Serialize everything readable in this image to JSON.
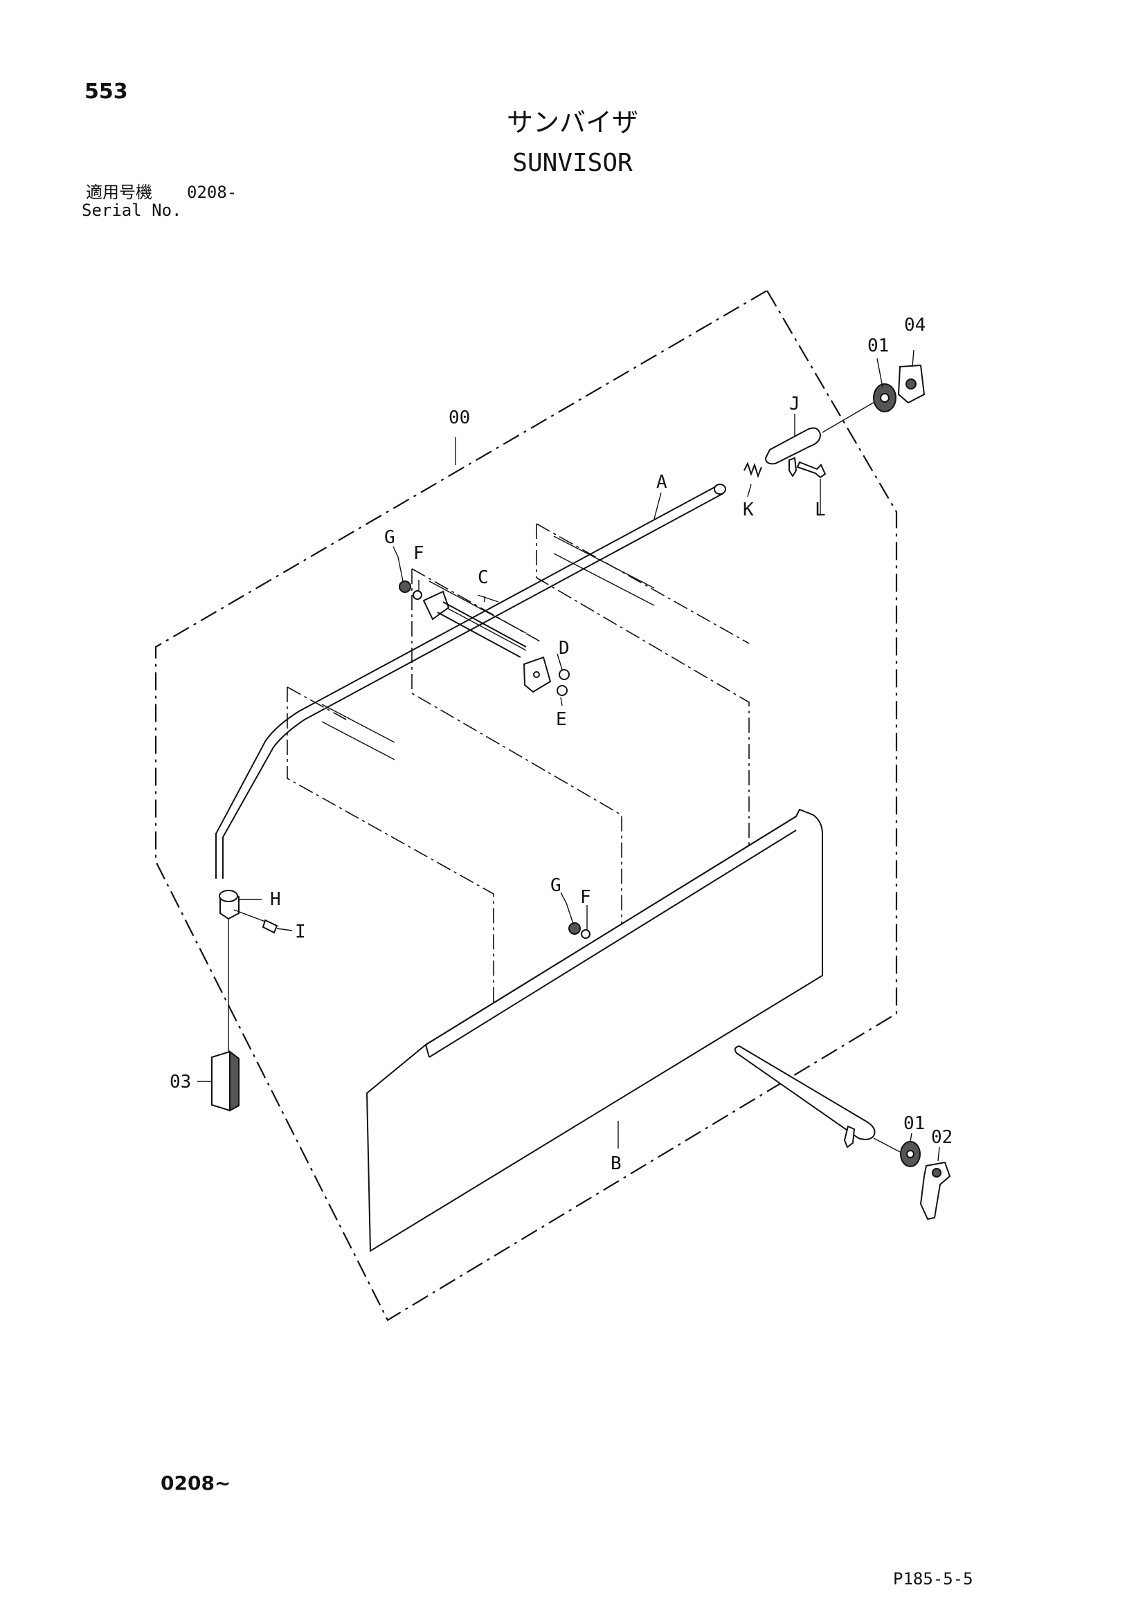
{
  "page": {
    "page_number": "553",
    "title_jp": "サンバイザ",
    "title_en": "SUNVISOR",
    "serial_label_jp": "適用号機",
    "serial_value": "0208-",
    "serial_label_en": "Serial No.",
    "range_label": "0208~",
    "drawing_code": "P185-5-5"
  },
  "callouts": {
    "c00": "00",
    "c01_top": "01",
    "c04": "04",
    "cJ": "J",
    "cK": "K",
    "cL": "L",
    "cA": "A",
    "cG_top": "G",
    "cF_top": "F",
    "cC": "C",
    "cD": "D",
    "cE": "E",
    "cH": "H",
    "cI": "I",
    "cG_bottom": "G",
    "cF_bottom": "F",
    "c03": "03",
    "cB": "B",
    "c01_bottom": "01",
    "c02": "02"
  }
}
